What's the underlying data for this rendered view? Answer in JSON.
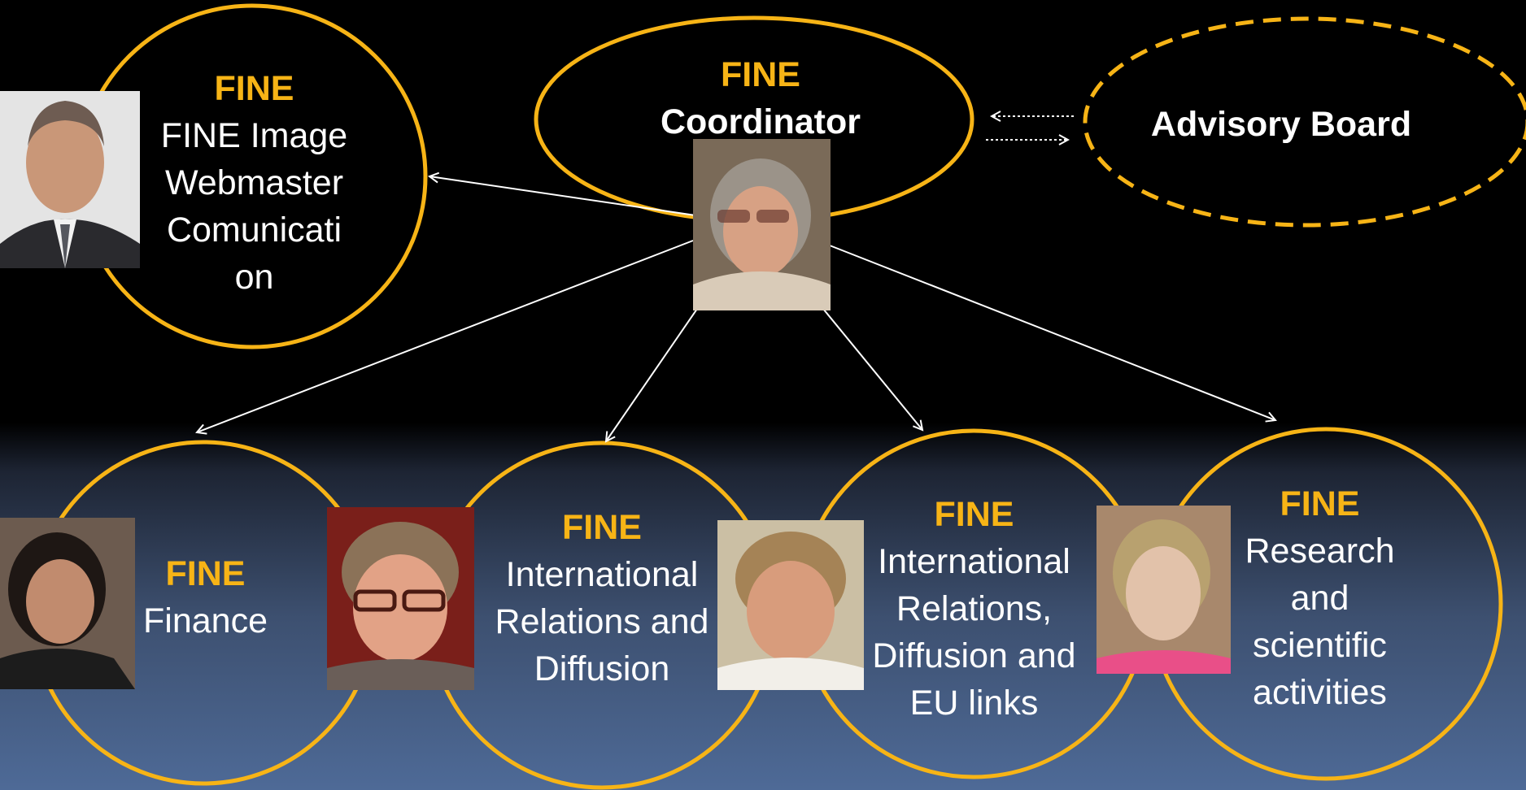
{
  "colors": {
    "accent": "#f7b416",
    "line": "#ffffff",
    "text": "#ffffff"
  },
  "nodes": {
    "webmaster": {
      "brand": "FINE",
      "lines": [
        "FINE Image",
        "Webmaster",
        "Comunicati",
        "on"
      ]
    },
    "coordinator": {
      "brand": "FINE",
      "lines": [
        "Coordinator"
      ]
    },
    "advisory": {
      "lines": [
        "Advisory Board"
      ]
    },
    "finance": {
      "brand": "FINE",
      "lines": [
        "Finance"
      ]
    },
    "intl_diffusion": {
      "brand": "FINE",
      "lines": [
        "International",
        "Relations and",
        "Diffusion"
      ]
    },
    "intl_eu": {
      "brand": "FINE",
      "lines": [
        "International",
        "Relations,",
        "Diffusion and",
        "EU links"
      ]
    },
    "research": {
      "brand": "FINE",
      "lines": [
        "Research",
        "and",
        "scientific",
        "activities"
      ]
    }
  }
}
